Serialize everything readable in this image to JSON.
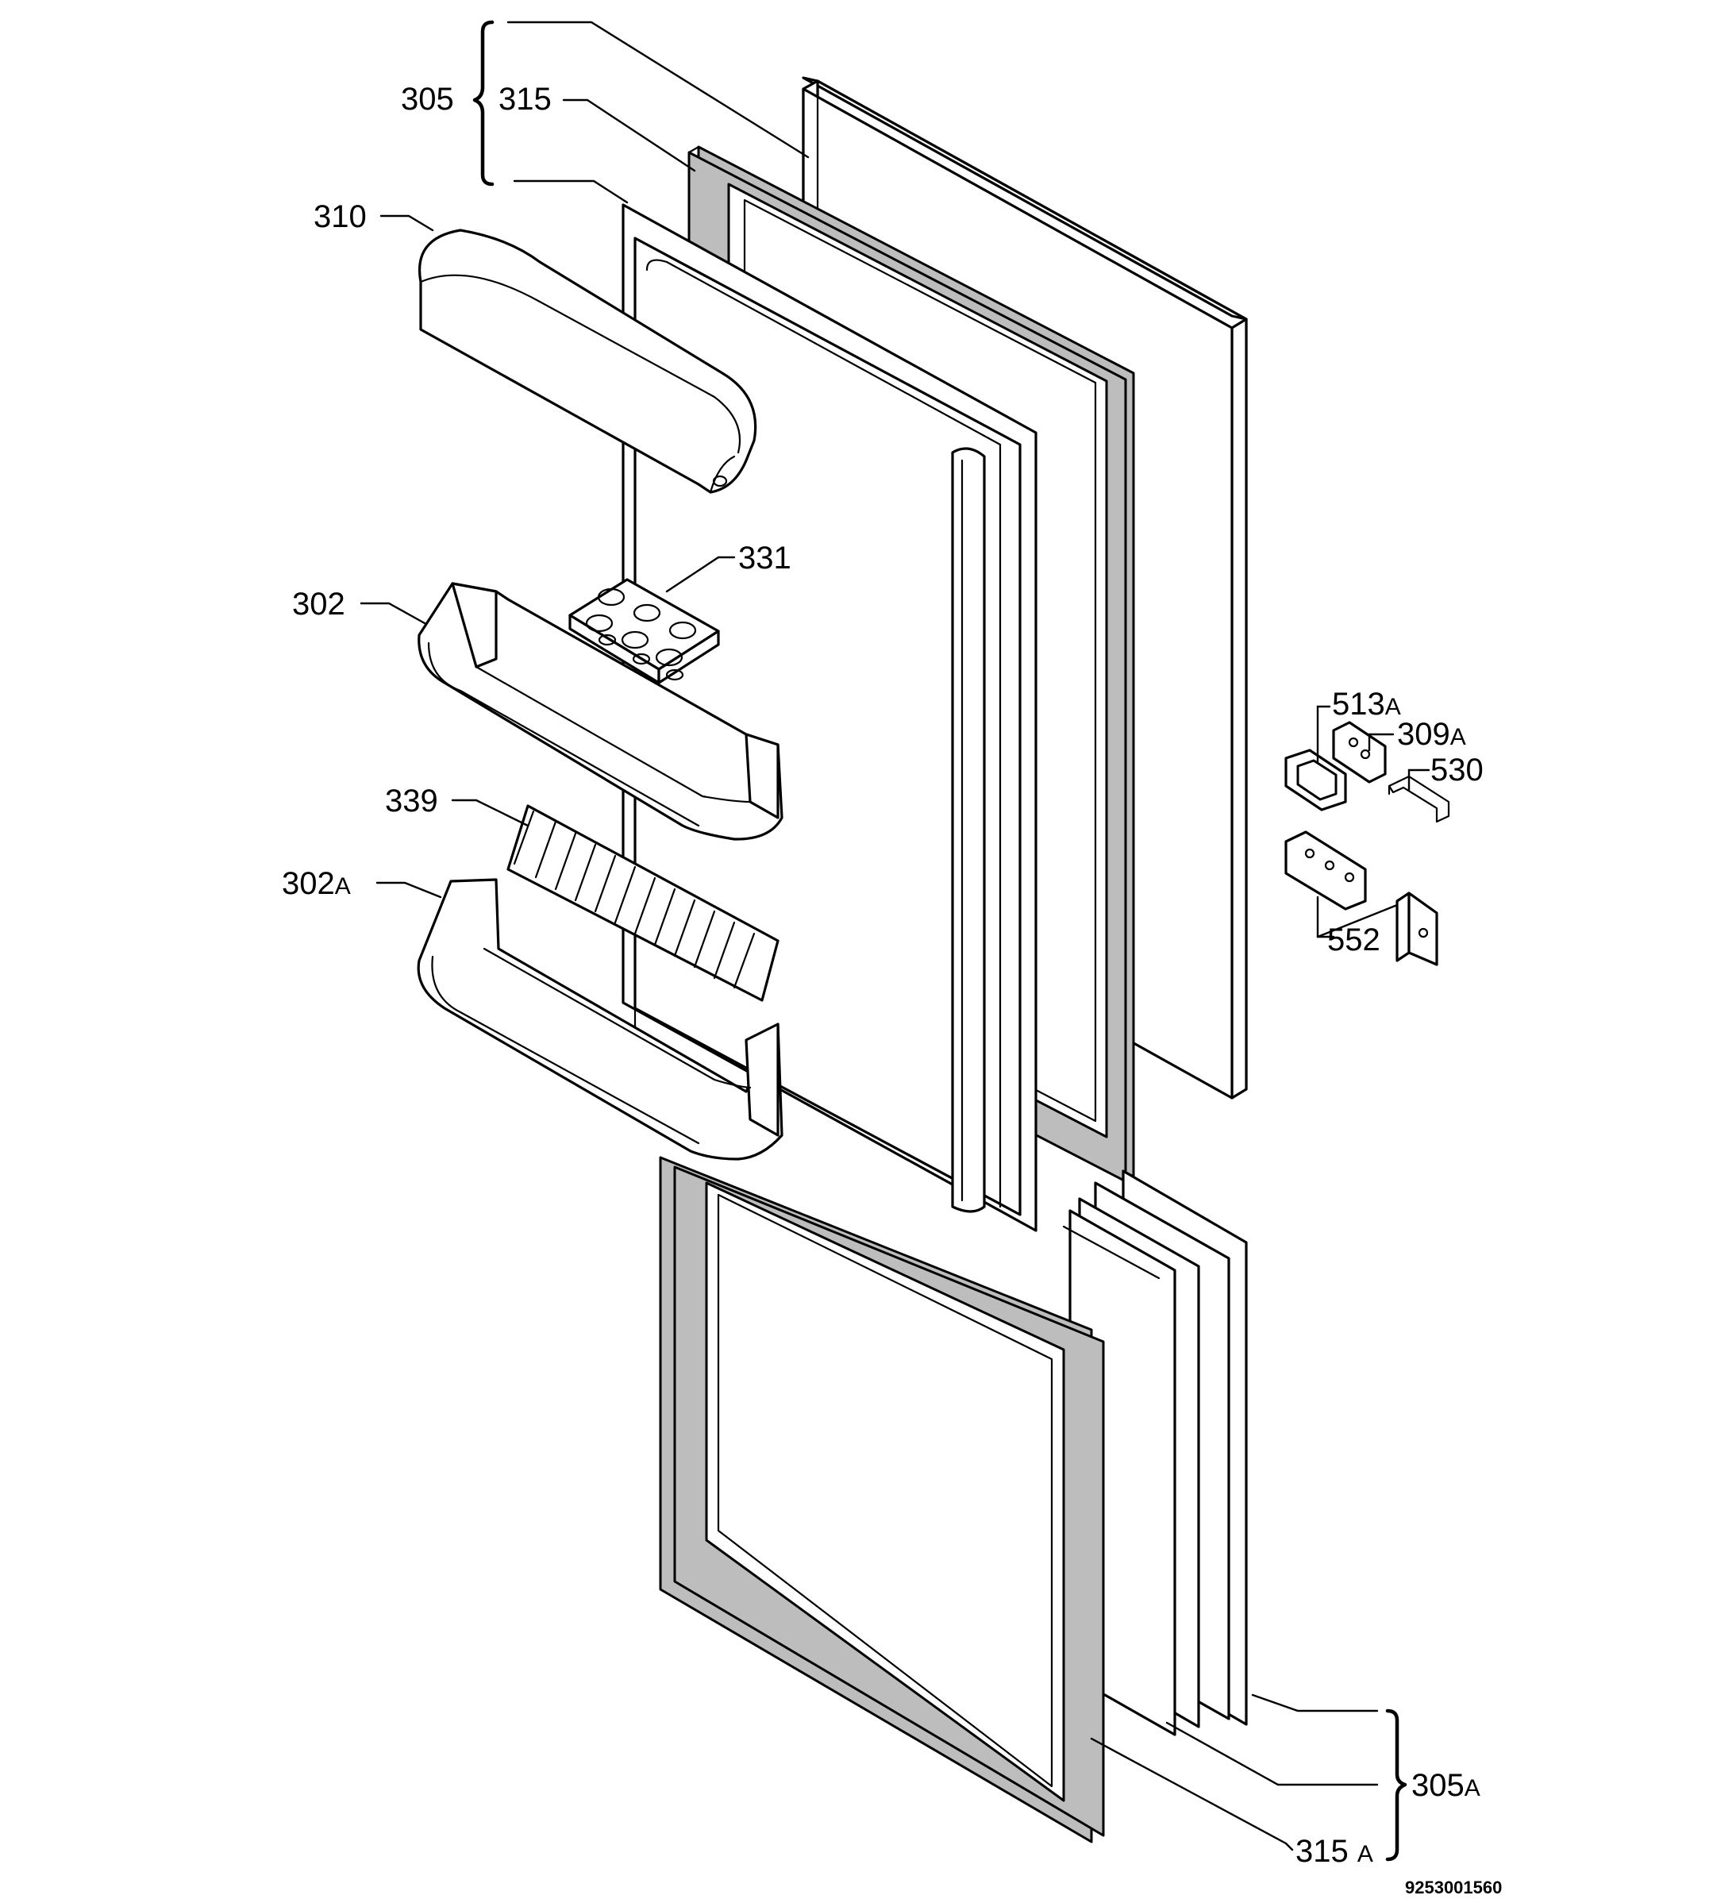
{
  "labels": {
    "p305": {
      "num": "305",
      "suffix": ""
    },
    "p315": {
      "num": "315",
      "suffix": ""
    },
    "p310": {
      "num": "310",
      "suffix": ""
    },
    "p331": {
      "num": "331",
      "suffix": ""
    },
    "p302": {
      "num": "302",
      "suffix": ""
    },
    "p339": {
      "num": "339",
      "suffix": ""
    },
    "p302a": {
      "num": "302",
      "suffix": "A"
    },
    "p513a": {
      "num": "513",
      "suffix": "A"
    },
    "p309a": {
      "num": "309",
      "suffix": "A"
    },
    "p530": {
      "num": "530",
      "suffix": ""
    },
    "p552": {
      "num": "552",
      "suffix": ""
    },
    "p305a": {
      "num": "305",
      "suffix": "A"
    },
    "p315a": {
      "num": "315 ",
      "suffix": "A"
    }
  },
  "drawing_code": "9253001560"
}
